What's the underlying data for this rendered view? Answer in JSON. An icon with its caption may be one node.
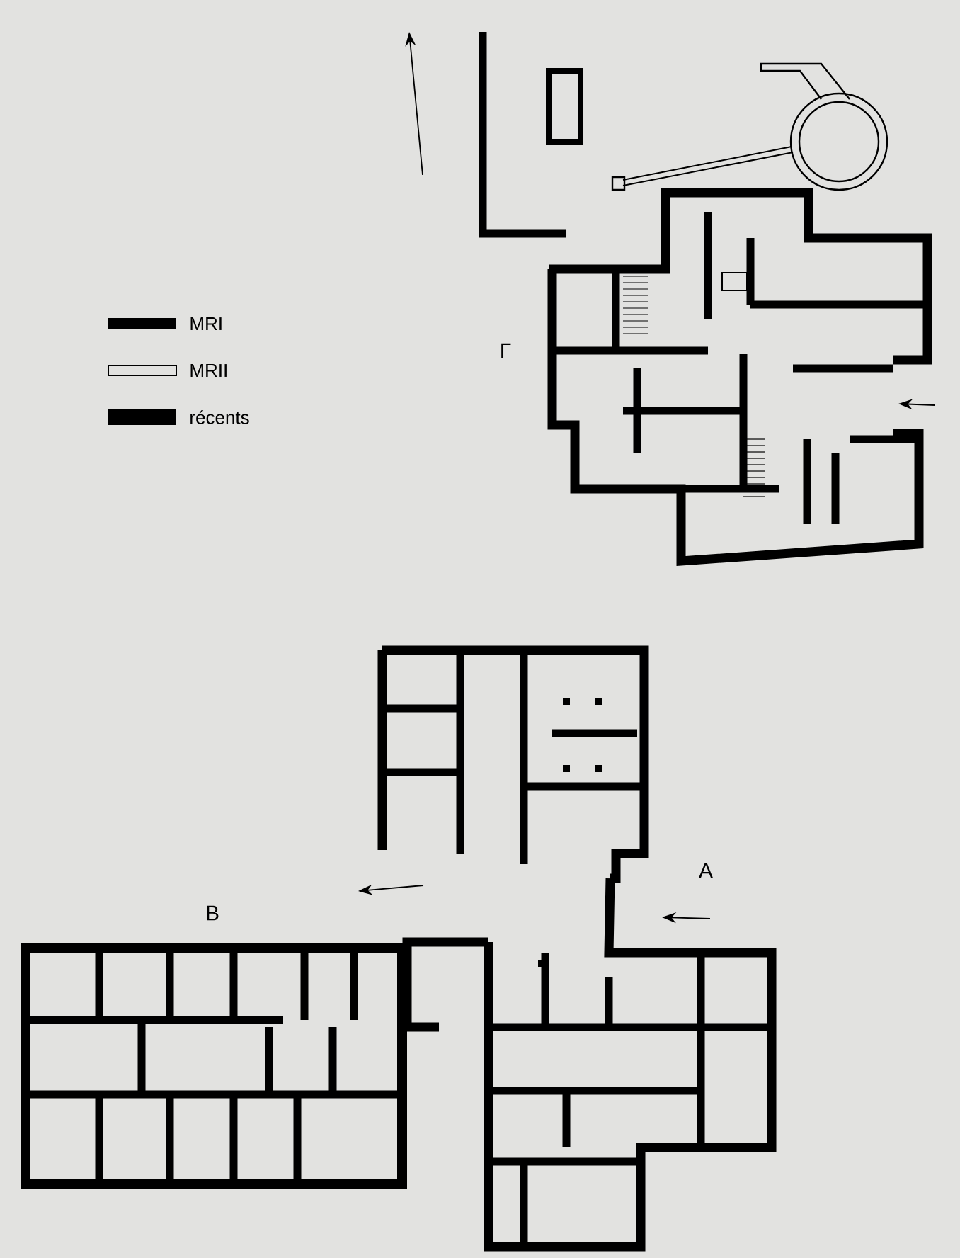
{
  "diagram": {
    "labels": [
      "Γ",
      "A",
      "B"
    ],
    "legend": [
      {
        "text": "MRI"
      },
      {
        "text": "MRII"
      },
      {
        "text": "récents"
      }
    ]
  }
}
